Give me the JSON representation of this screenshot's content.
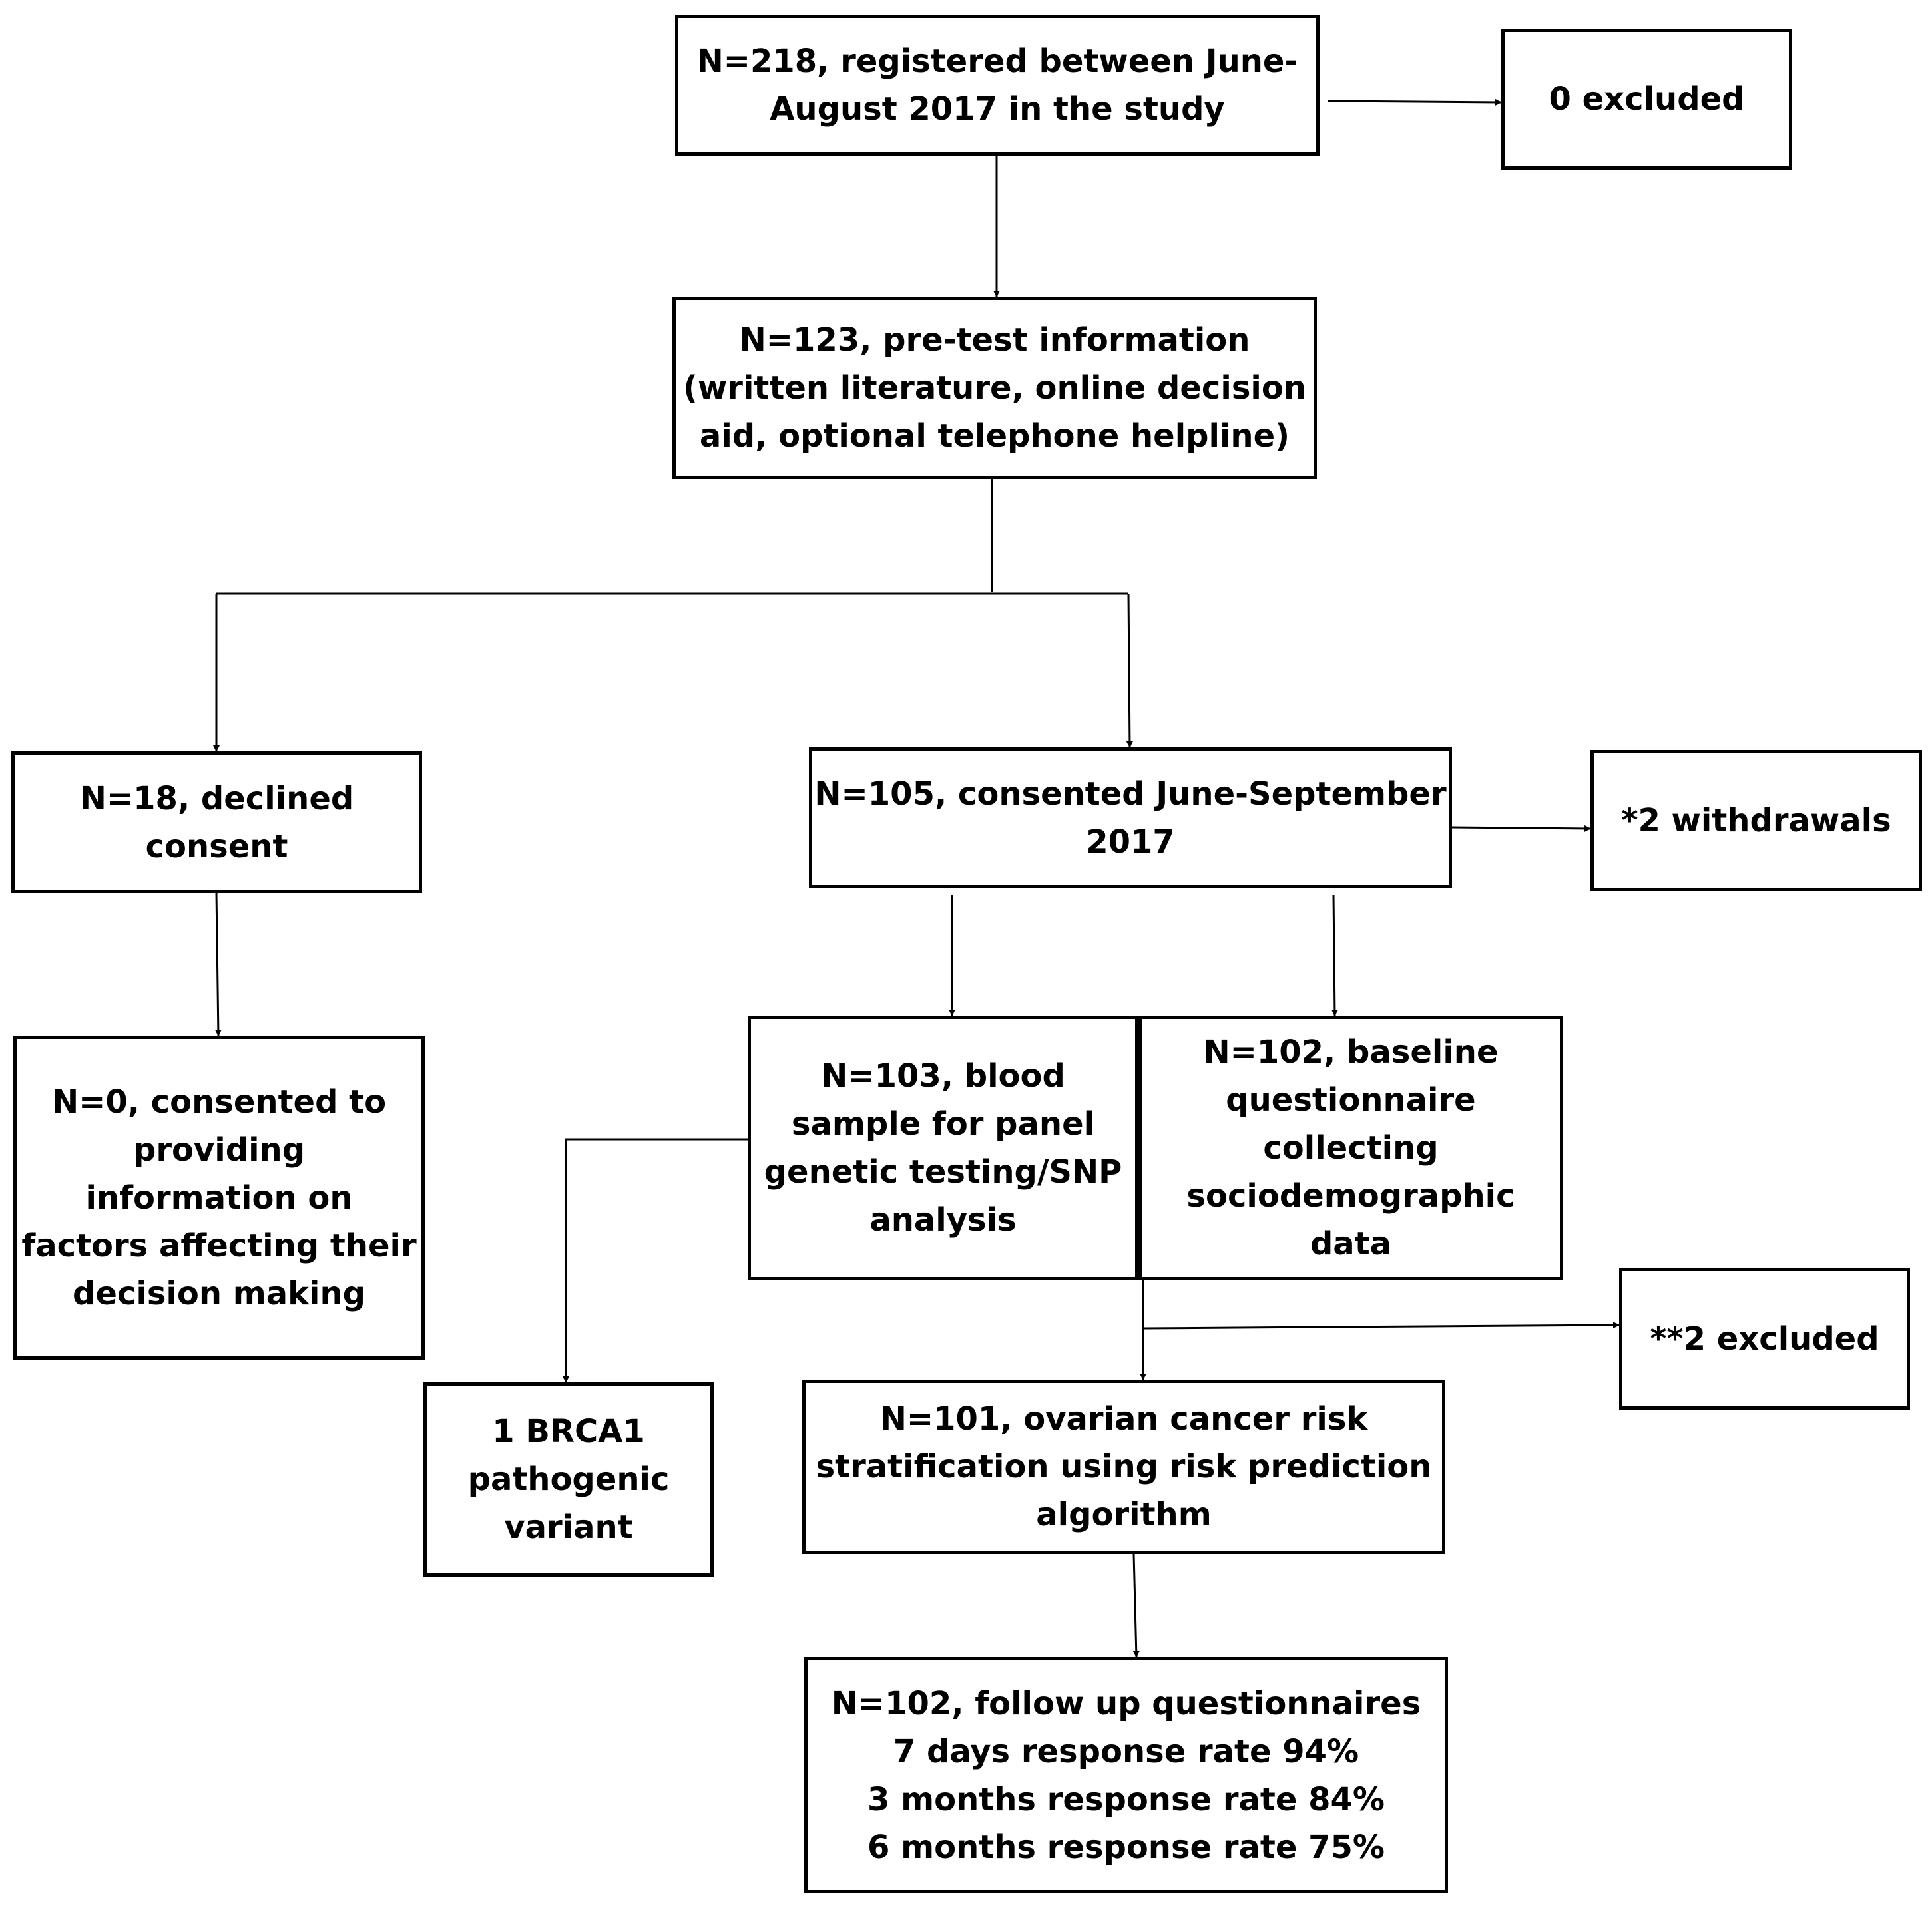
{
  "nodes": {
    "registered": {
      "lines": [
        "N=218, registered between June-",
        "August 2017 in the study"
      ]
    },
    "excluded_0": {
      "lines": [
        "0 excluded"
      ]
    },
    "pretest": {
      "lines": [
        "N=123, pre-test information",
        "(written literature, online decision",
        "aid, optional telephone helpline)"
      ]
    },
    "declined": {
      "lines": [
        "N=18, declined",
        "consent"
      ]
    },
    "consented": {
      "lines": [
        "N=105, consented June-September",
        "2017"
      ]
    },
    "withdrawals": {
      "lines": [
        "*2 withdrawals"
      ]
    },
    "consented_info": {
      "lines": [
        "N=0, consented to",
        "providing",
        "information on",
        "factors affecting their",
        "decision making"
      ]
    },
    "blood_sample": {
      "lines": [
        "N=103, blood",
        "sample for panel",
        "genetic testing/SNP",
        "analysis"
      ]
    },
    "baseline": {
      "lines": [
        "N=102, baseline",
        "questionnaire",
        "collecting",
        "sociodemographic",
        "data"
      ]
    },
    "brca1": {
      "lines": [
        "1 BRCA1",
        "pathogenic",
        "variant"
      ]
    },
    "excluded_2": {
      "lines": [
        "**2 excluded"
      ]
    },
    "ovarian": {
      "lines": [
        "N=101, ovarian cancer risk",
        "stratification using risk prediction",
        "algorithm"
      ]
    },
    "followup": {
      "lines": [
        "N=102, follow up questionnaires",
        "7 days response rate 94%",
        "3 months response rate 84%",
        "6 months response rate 75%"
      ]
    }
  }
}
